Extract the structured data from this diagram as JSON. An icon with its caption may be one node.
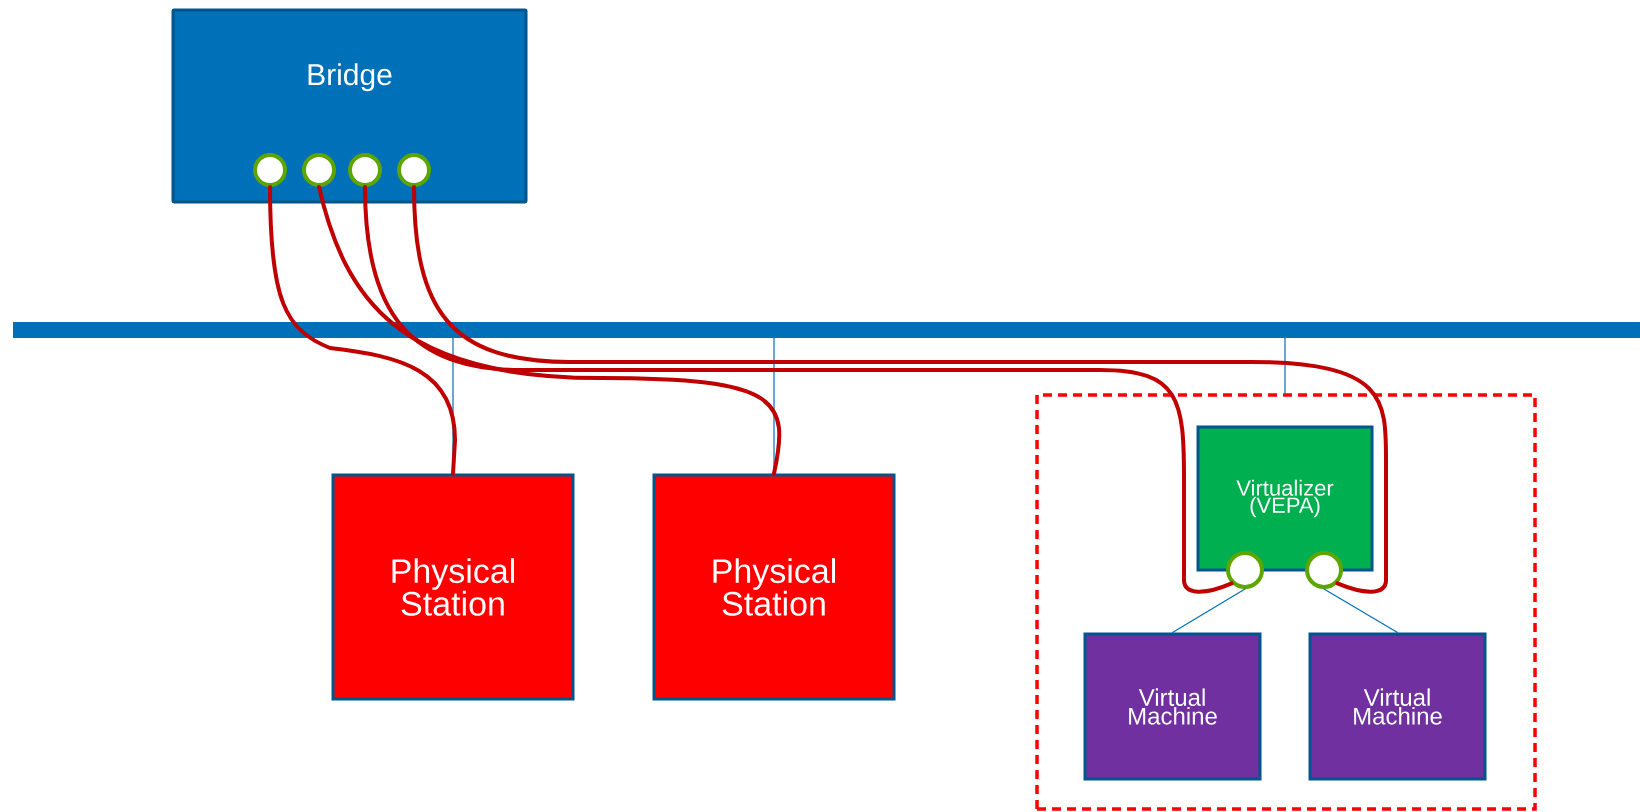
{
  "diagram": {
    "nodes": [
      {
        "text": [
          "Bridge"
        ]
      },
      {
        "text": [],
        "shape": "circle",
        "in": 0
      },
      {
        "text": [],
        "shape": "circle",
        "in": 0
      },
      {
        "text": [],
        "shape": "circle",
        "in": 0
      },
      {
        "text": [],
        "shape": "circle",
        "in": 0
      },
      {
        "text": [],
        "shape": "bar"
      },
      {
        "text": [
          "Physical Station"
        ]
      },
      {
        "text": [
          "Physical Station"
        ]
      },
      {
        "text": [],
        "shape": "box"
      },
      {
        "text": [
          "Virtualizer (VEPA)"
        ],
        "in": 8
      },
      {
        "text": [],
        "shape": "circle",
        "in": 8
      },
      {
        "text": [],
        "shape": "circle",
        "in": 8
      },
      {
        "text": [
          "Virtual Machine"
        ],
        "in": 8
      },
      {
        "text": [
          "Virtual Machine"
        ],
        "in": 8
      }
    ],
    "edges": [
      {
        "from": 1,
        "to": 6,
        "arrow": "none",
        "style": "thick",
        "color": "#c00000"
      },
      {
        "from": 2,
        "to": 7,
        "arrow": "none",
        "style": "thick",
        "color": "#c00000"
      },
      {
        "from": 3,
        "to": 10,
        "arrow": "none",
        "style": "thick",
        "color": "#c00000"
      },
      {
        "from": 4,
        "to": 11,
        "arrow": "none",
        "style": "thick",
        "color": "#c00000"
      },
      {
        "from": 5,
        "to": 6,
        "arrow": "none"
      },
      {
        "from": 5,
        "to": 7,
        "arrow": "none"
      },
      {
        "from": 5,
        "to": 8,
        "arrow": "none"
      },
      {
        "from": 10,
        "to": 12,
        "arrow": "none"
      },
      {
        "from": 11,
        "to": 13,
        "arrow": "none"
      }
    ]
  }
}
